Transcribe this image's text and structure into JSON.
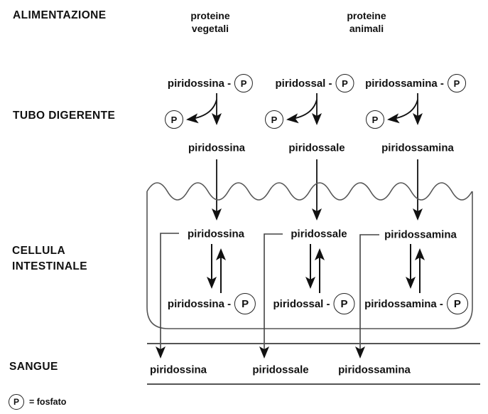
{
  "sections": {
    "alimentazione": "ALIMENTAZIONE",
    "tubo_digerente": "TUBO DIGERENTE",
    "cellula": [
      "CELLULA",
      "INTESTINALE"
    ],
    "sangue": "SANGUE"
  },
  "food_sources": {
    "vegetali": [
      "proteine",
      "vegetali"
    ],
    "animali": [
      "proteine",
      "animali"
    ]
  },
  "phosphate": {
    "symbol": "P"
  },
  "legend": {
    "symbol": "P",
    "text": "= fosfato"
  },
  "digestive_tract": {
    "phosphorylated_forms": [
      "piridossina -",
      "piridossal -",
      "piridossamina -"
    ],
    "free_forms": [
      "piridossina",
      "piridossale",
      "piridossamina"
    ]
  },
  "intestinal_cell": {
    "free_forms": [
      "piridossina",
      "piridossale",
      "piridossamina"
    ],
    "phosphorylated_forms": [
      "piridossina -",
      "piridossal -",
      "piridossamina -"
    ]
  },
  "blood": {
    "forms": [
      "piridossina",
      "piridossale",
      "piridossamina"
    ]
  },
  "colors": {
    "ink": "#111111",
    "outline": "#555555"
  }
}
